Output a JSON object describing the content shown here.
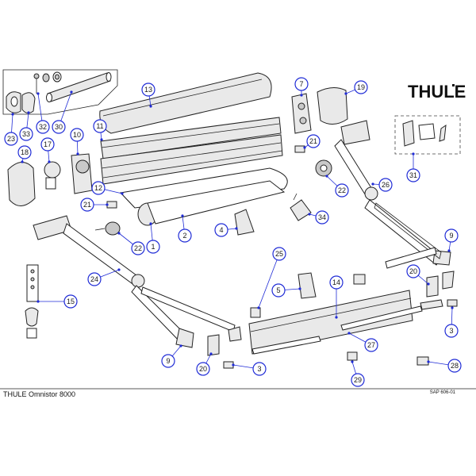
{
  "brand": "THULE",
  "footer": {
    "product": "THULE Omnistor 8000",
    "code": "SAP 606-01"
  },
  "callout_numbers": {
    "c1": "1",
    "c2": "2",
    "c3a": "3",
    "c3b": "3",
    "c4": "4",
    "c5": "5",
    "c7": "7",
    "c9a": "9",
    "c9b": "9",
    "c10": "10",
    "c11": "11",
    "c12": "12",
    "c13": "13",
    "c14": "14",
    "c15": "15",
    "c17": "17",
    "c18": "18",
    "c19": "19",
    "c20a": "20",
    "c20b": "20",
    "c21a": "21",
    "c21b": "21",
    "c22a": "22",
    "c22b": "22",
    "c23": "23",
    "c24": "24",
    "c25": "25",
    "c26": "26",
    "c27": "27",
    "c28": "28",
    "c29": "29",
    "c30": "30",
    "c31": "31",
    "c32": "32",
    "c33": "33",
    "c34": "34"
  },
  "colors": {
    "callout": "#1f2bd6",
    "line": "#222222"
  }
}
